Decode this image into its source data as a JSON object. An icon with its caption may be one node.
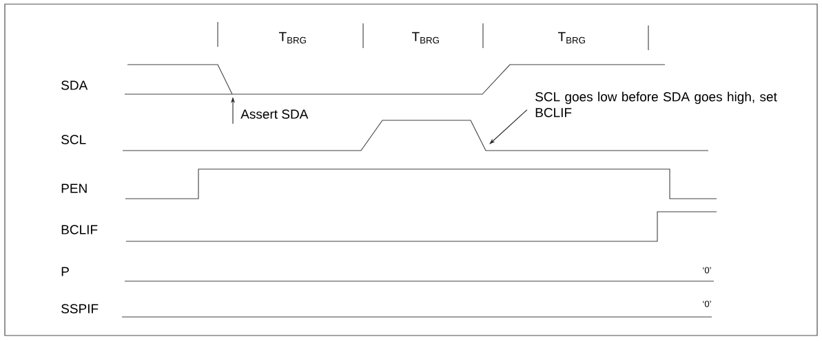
{
  "diagram": {
    "nodes": [
      {
        "text": [
          "Assert SDA"
        ]
      },
      {
        "text": [
          "SCL goes low before SDA goes high, set BCLIF"
        ]
      }
    ],
    "edges": [
      {
        "from": 0,
        "to": null,
        "arrow": "to"
      },
      {
        "from": 1,
        "to": null,
        "arrow": "to"
      }
    ],
    "labels": [
      "T$_{BRG}$",
      "T$_{BRG}$",
      "T$_{BRG}$",
      "SDA",
      "SCL",
      "PEN",
      "BCLIF",
      "P",
      "‘0’",
      "SSPIF",
      "‘0’"
    ]
  }
}
